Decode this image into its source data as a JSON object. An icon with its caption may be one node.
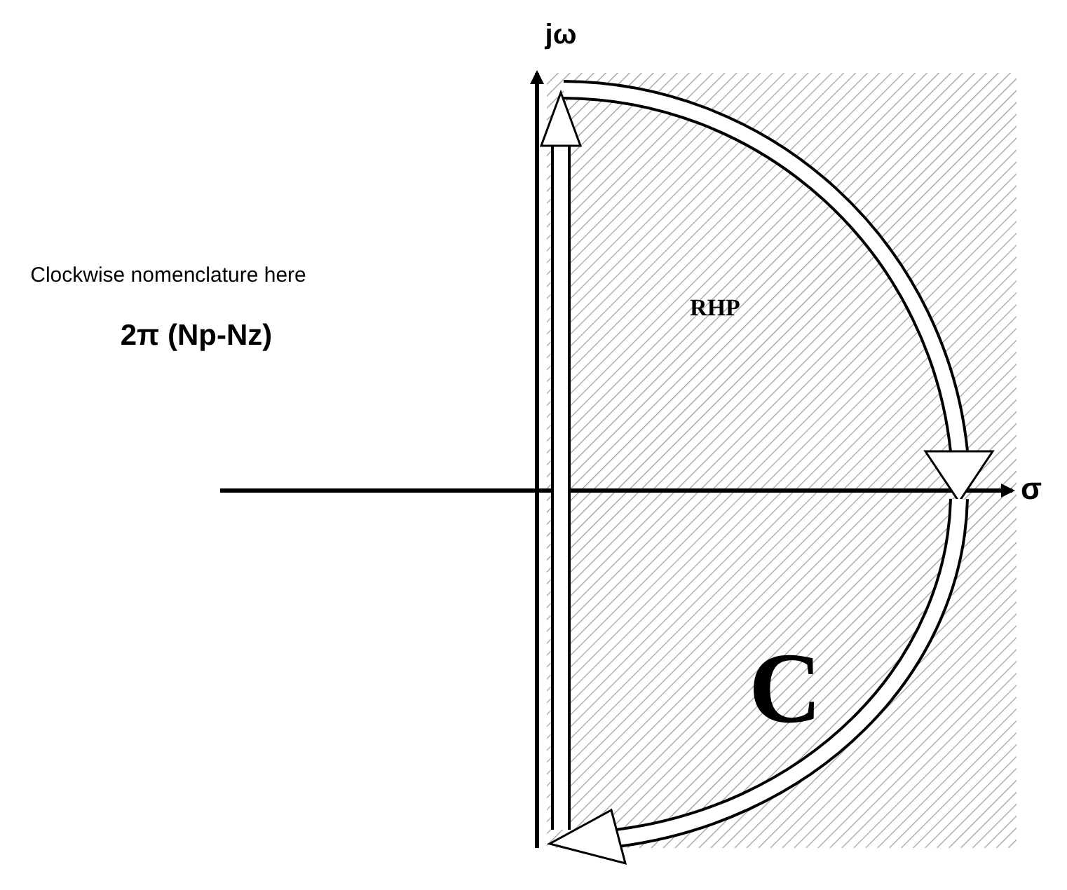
{
  "diagram": {
    "labels": [
      "jω",
      "σ",
      "Clockwise nomenclature here",
      "2π (Np-Nz)",
      "RHP",
      "C"
    ]
  }
}
